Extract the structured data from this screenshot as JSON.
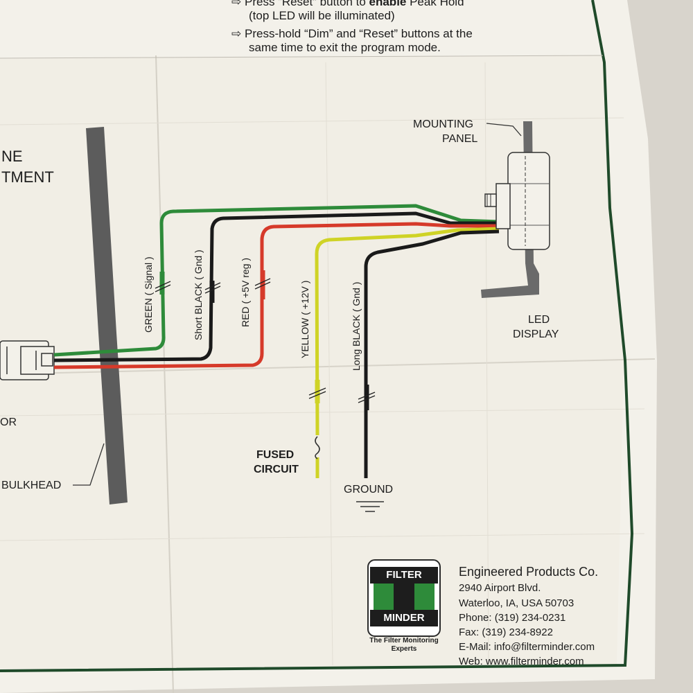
{
  "instructions": {
    "line1_pre": "Press “Reset” button to ",
    "line1_bold": "enable",
    "line1_post": " Peak Hold",
    "line2": "(top LED will be illuminated)",
    "line3": "Press-hold “Dim” and “Reset” buttons at the",
    "line4": "same time to exit the program mode."
  },
  "arrow_glyph": "⇨",
  "left_labels": {
    "engine_partial": "NE",
    "compartment_partial": "TMENT",
    "connector_partial": "OR",
    "bulkhead": "BULKHEAD"
  },
  "wires": {
    "green": "GREEN ( Signal )",
    "short_black": "Short BLACK ( Gnd )",
    "red": "RED ( +5V reg )",
    "yellow": "YELLOW ( +12V )",
    "long_black": "Long BLACK ( Gnd )"
  },
  "components": {
    "mounting_panel_1": "MOUNTING",
    "mounting_panel_2": "PANEL",
    "led_display_1": "LED",
    "led_display_2": "DISPLAY",
    "fused_circuit_1": "FUSED",
    "fused_circuit_2": "CIRCUIT",
    "ground": "GROUND"
  },
  "logo": {
    "top": "FILTER",
    "bottom": "MINDER",
    "tagline_1": "The Filter Monitoring",
    "tagline_2": "Experts"
  },
  "company": {
    "name": "Engineered Products Co.",
    "address": "2940 Airport Blvd.",
    "city": "Waterloo, IA, USA 50703",
    "phone": "Phone: (319) 234-0231",
    "fax": "Fax:    (319) 234-8922",
    "email": "E-Mail: info@filterminder.com",
    "web": "Web:  www.filterminder.com"
  },
  "colors": {
    "green": "#2e8b3a",
    "black": "#1a1a1a",
    "red": "#d63a2a",
    "yellow": "#cfd326",
    "border_green": "#1f4a2a",
    "bulkhead": "#5c5c5c"
  }
}
